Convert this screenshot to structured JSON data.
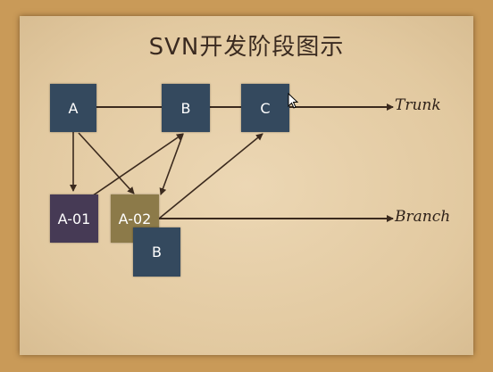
{
  "title": "SVN开发阶段图示",
  "trunk_label": "Trunk",
  "branch_label": "Branch",
  "nodes": {
    "a": {
      "label": "A",
      "color": "#34495e"
    },
    "b": {
      "label": "B",
      "color": "#34495e"
    },
    "c": {
      "label": "C",
      "color": "#34495e"
    },
    "a01": {
      "label": "A-01",
      "color": "#463a55"
    },
    "a02": {
      "label": "A-02",
      "color": "#8c7a49"
    },
    "branch_b": {
      "label": "B",
      "color": "#34495e"
    }
  },
  "colors": {
    "arrow": "#3b2a1e",
    "background": "#c99a58"
  }
}
